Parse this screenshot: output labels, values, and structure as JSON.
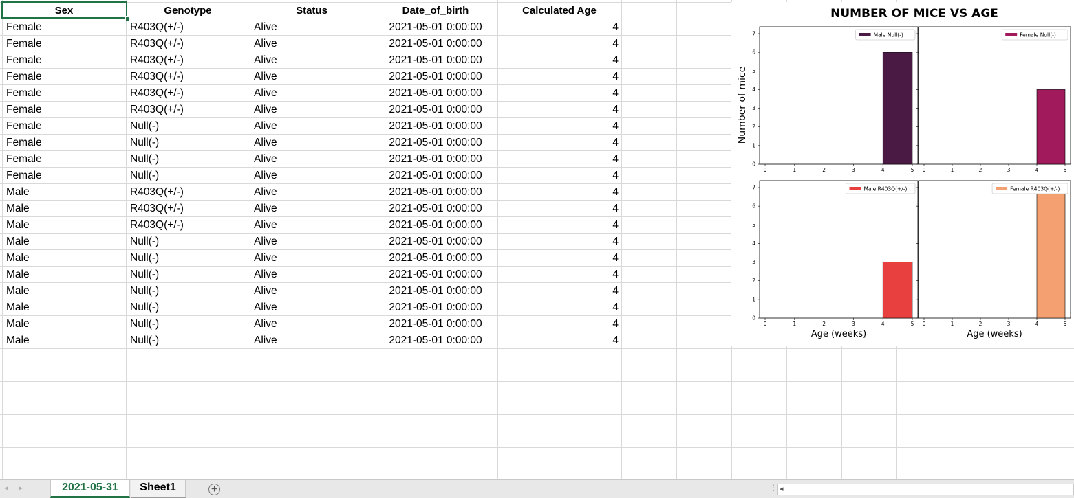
{
  "sheet": {
    "headers": [
      "Sex",
      "Genotype",
      "Status",
      "Date_of_birth",
      "Calculated Age"
    ],
    "rows": [
      [
        "Female",
        "R403Q(+/-)",
        "Alive",
        "2021-05-01 0:00:00",
        "4"
      ],
      [
        "Female",
        "R403Q(+/-)",
        "Alive",
        "2021-05-01 0:00:00",
        "4"
      ],
      [
        "Female",
        "R403Q(+/-)",
        "Alive",
        "2021-05-01 0:00:00",
        "4"
      ],
      [
        "Female",
        "R403Q(+/-)",
        "Alive",
        "2021-05-01 0:00:00",
        "4"
      ],
      [
        "Female",
        "R403Q(+/-)",
        "Alive",
        "2021-05-01 0:00:00",
        "4"
      ],
      [
        "Female",
        "R403Q(+/-)",
        "Alive",
        "2021-05-01 0:00:00",
        "4"
      ],
      [
        "Female",
        "Null(-)",
        "Alive",
        "2021-05-01 0:00:00",
        "4"
      ],
      [
        "Female",
        "Null(-)",
        "Alive",
        "2021-05-01 0:00:00",
        "4"
      ],
      [
        "Female",
        "Null(-)",
        "Alive",
        "2021-05-01 0:00:00",
        "4"
      ],
      [
        "Female",
        "Null(-)",
        "Alive",
        "2021-05-01 0:00:00",
        "4"
      ],
      [
        "Male",
        "R403Q(+/-)",
        "Alive",
        "2021-05-01 0:00:00",
        "4"
      ],
      [
        "Male",
        "R403Q(+/-)",
        "Alive",
        "2021-05-01 0:00:00",
        "4"
      ],
      [
        "Male",
        "R403Q(+/-)",
        "Alive",
        "2021-05-01 0:00:00",
        "4"
      ],
      [
        "Male",
        "Null(-)",
        "Alive",
        "2021-05-01 0:00:00",
        "4"
      ],
      [
        "Male",
        "Null(-)",
        "Alive",
        "2021-05-01 0:00:00",
        "4"
      ],
      [
        "Male",
        "Null(-)",
        "Alive",
        "2021-05-01 0:00:00",
        "4"
      ],
      [
        "Male",
        "Null(-)",
        "Alive",
        "2021-05-01 0:00:00",
        "4"
      ],
      [
        "Male",
        "Null(-)",
        "Alive",
        "2021-05-01 0:00:00",
        "4"
      ],
      [
        "Male",
        "Null(-)",
        "Alive",
        "2021-05-01 0:00:00",
        "4"
      ],
      [
        "Male",
        "Null(-)",
        "Alive",
        "2021-05-01 0:00:00",
        "4"
      ]
    ]
  },
  "tabs": {
    "active": "2021-05-31",
    "other": "Sheet1",
    "add_icon": "plus-circle-icon",
    "add_label": "+"
  },
  "nav_icons": {
    "prev": "◂",
    "next": "▸",
    "scroll_left": "◂",
    "split": "⋮"
  },
  "colors": {
    "excel_green": "#217346",
    "male_null": "#4a1a45",
    "female_null": "#a11a5b",
    "male_r403q": "#e8403f",
    "female_r403q": "#f4a070"
  },
  "chart_data": {
    "type": "bar",
    "title": "NUMBER OF MICE VS AGE",
    "ylabel": "Number of mice",
    "xlabel": "Age (weeks)",
    "xlim": [
      0,
      5
    ],
    "xticks": [
      "0",
      "1",
      "2",
      "3",
      "4",
      "5"
    ],
    "ylim": [
      0,
      7
    ],
    "yticks": [
      "0",
      "1",
      "2",
      "3",
      "4",
      "5",
      "6",
      "7"
    ],
    "legend_position": "top-right",
    "panels": [
      {
        "name": "Male Null(-)",
        "bar_x": [
          4,
          5
        ],
        "value": 6,
        "color": "#4a1a45"
      },
      {
        "name": "Female Null(-)",
        "bar_x": [
          4,
          5
        ],
        "value": 4,
        "color": "#a11a5b"
      },
      {
        "name": "Male R403Q(+/-)",
        "bar_x": [
          4,
          5
        ],
        "value": 3,
        "color": "#e8403f"
      },
      {
        "name": "Female R403Q(+/-)",
        "bar_x": [
          4,
          5
        ],
        "value": 7,
        "color": "#f4a070"
      }
    ]
  }
}
